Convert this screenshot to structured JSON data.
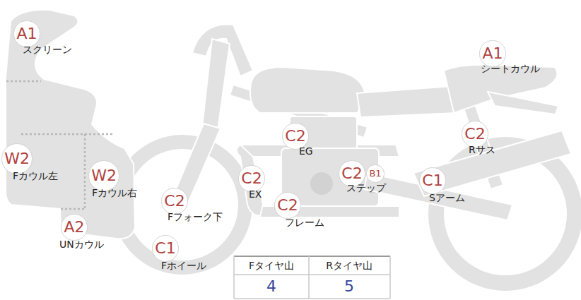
{
  "diagram": {
    "nodes": [
      {
        "text": [
          "A1",
          "スクリーン"
        ]
      },
      {
        "text": [
          "A1",
          "シートカウル"
        ]
      },
      {
        "text": [
          "C2",
          "Rサス"
        ]
      },
      {
        "text": [
          "C2",
          "EG"
        ]
      },
      {
        "text": [
          "W2",
          "Fカウル左"
        ]
      },
      {
        "text": [
          "W2",
          "Fカウル右"
        ]
      },
      {
        "text": [
          "C2",
          "EX"
        ]
      },
      {
        "text": [
          "C2",
          "ステップ"
        ]
      },
      {
        "text": [
          "B1"
        ]
      },
      {
        "text": [
          "C1",
          "Sアーム"
        ]
      },
      {
        "text": [
          "C2",
          "Fフォーク下"
        ]
      },
      {
        "text": [
          "C2",
          "フレーム"
        ]
      },
      {
        "text": [
          "A2",
          "UNカウル"
        ]
      },
      {
        "text": [
          "C1",
          "Fホイール"
        ]
      }
    ],
    "labels": [
      "Fタイヤ山",
      "Rタイヤ山",
      "4",
      "5"
    ]
  }
}
